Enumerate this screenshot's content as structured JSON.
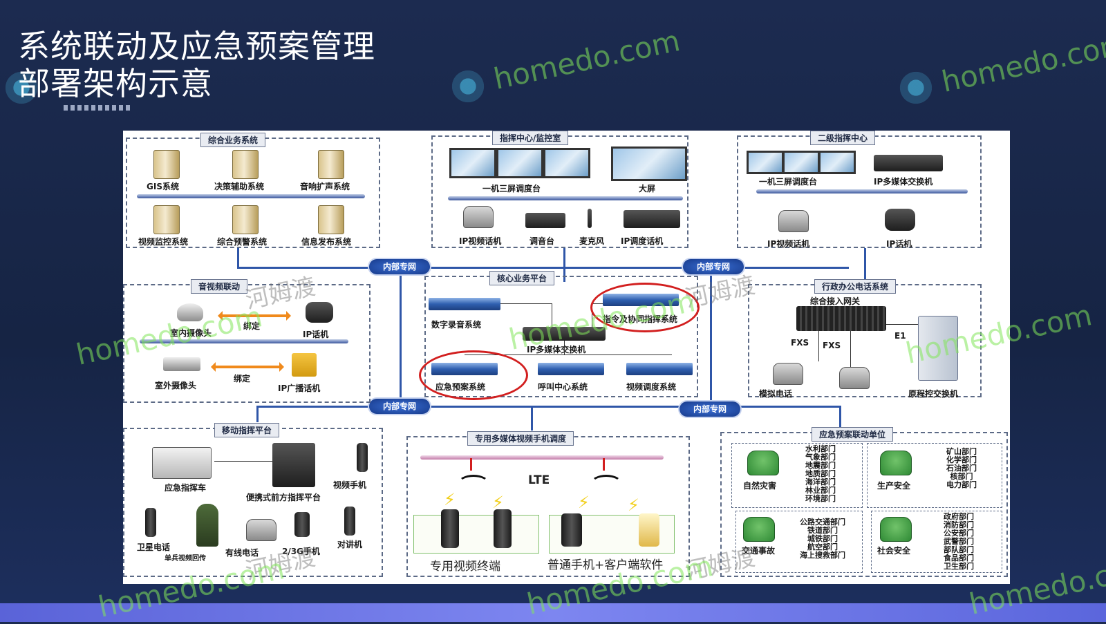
{
  "slide": {
    "title_line1": "系统联动及应急预案管理",
    "title_line2": "部署架构示意",
    "watermark_text": "homedo.com",
    "watermark_cn": "河姆渡"
  },
  "diagram": {
    "groups": {
      "biz": {
        "label": "综合业务系统",
        "items": [
          "GIS系统",
          "决策辅助系统",
          "音响扩声系统",
          "视频监控系统",
          "综合预警系统",
          "信息发布系统"
        ]
      },
      "command": {
        "label": "指挥中心/监控室",
        "items": [
          "一机三屏调度台",
          "大屏",
          "IP视频话机",
          "调音台",
          "麦克风",
          "IP调度话机"
        ]
      },
      "secondary": {
        "label": "二级指挥中心",
        "items": [
          "一机三屏调度台",
          "IP多媒体交换机",
          "IP视频话机",
          "IP话机"
        ]
      },
      "av": {
        "label": "音视频联动",
        "items": [
          "室内摄像头",
          "绑定",
          "IP话机",
          "室外摄像头",
          "绑定",
          "IP广播话机"
        ]
      },
      "core": {
        "label": "核心业务平台",
        "items": [
          "数字录音系统",
          "指令及协同指挥系统",
          "IP多媒体交换机",
          "应急预案系统",
          "呼叫中心系统",
          "视频调度系统"
        ]
      },
      "admin": {
        "label": "行政办公电话系统",
        "items": [
          "综合接入网关",
          "FXS",
          "FXS",
          "E1",
          "模拟电话",
          "原程控交换机"
        ]
      },
      "mobile": {
        "label": "移动指挥平台",
        "items": [
          "应急指挥车",
          "便携式前方指挥平台",
          "视频手机",
          "卫星电话",
          "单兵视频回传",
          "有线电话",
          "2/3G手机",
          "对讲机"
        ]
      },
      "media": {
        "label": "专用多媒体视频手机调度",
        "lte": "LTE",
        "terminal_a": "专用视频终端",
        "terminal_b": "普通手机+客户端软件"
      },
      "plan": {
        "label": "应急预案联动单位",
        "boxes": [
          {
            "name": "自然灾害",
            "units": [
              "水利部门",
              "气象部门",
              "地震部门",
              "地质部门",
              "海洋部门",
              "林业部门",
              "环境部门"
            ]
          },
          {
            "name": "生产安全",
            "units": [
              "矿山部门",
              "化学部门",
              "石油部门",
              "核部门",
              "电力部门"
            ]
          },
          {
            "name": "交通事故",
            "units": [
              "公路交通部门",
              "铁道部门",
              "城铁部门",
              "航空部门",
              "海上搜救部门"
            ]
          },
          {
            "name": "社会安全",
            "units": [
              "政府部门",
              "消防部门",
              "公安部门",
              "武警部门",
              "部队部门",
              "食品部门",
              "卫生部门"
            ]
          }
        ]
      }
    },
    "network_label": "内部专网",
    "colors": {
      "network_line": "#2f56a8",
      "highlight": "#d21f1f",
      "bind_arrow": "#f08a1c"
    }
  }
}
